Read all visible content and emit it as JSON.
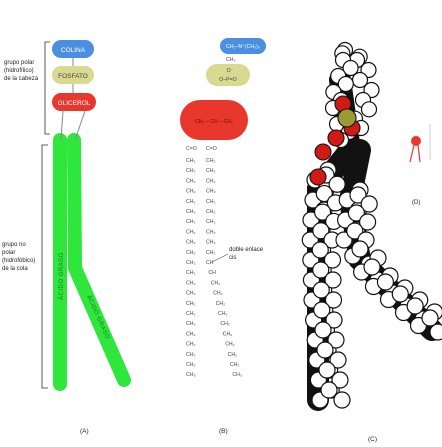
{
  "panels": {
    "a": "(A)",
    "b": "(B)",
    "c": "(C)",
    "d": "(D)"
  },
  "polar_head_label": [
    "grupo polar",
    "(hidrofílico)",
    "de la cabeza"
  ],
  "nonpolar_tail_label": [
    "grupo no",
    "polar",
    "(hidrofóbico)",
    "de la cola"
  ],
  "head_groups": [
    "COLINA",
    "FOSFATO",
    "GLICEROL"
  ],
  "tails": [
    "ÁCIDO GRASO",
    "ÁCIDO GRASO"
  ],
  "double_bond_label": [
    "doble enlace",
    "cis"
  ],
  "chem_formula": {
    "choline": "CH₂–N⁺(CH₃)₃",
    "choline_ch2": "CH₂",
    "phosphate": "O–P=O",
    "phosphate_o_minus": "O⁻",
    "glycerol": "CH₂ – CH – CH₂",
    "carbonyl": "C=O",
    "ch2": "CH₂",
    "ch": "CH",
    "ch3": "CH₃"
  },
  "colors": {
    "choline": "#4a8fe0",
    "phosphate": "#d9d991",
    "glycerol": "#e8382e",
    "tail": "#2ee63c"
  }
}
